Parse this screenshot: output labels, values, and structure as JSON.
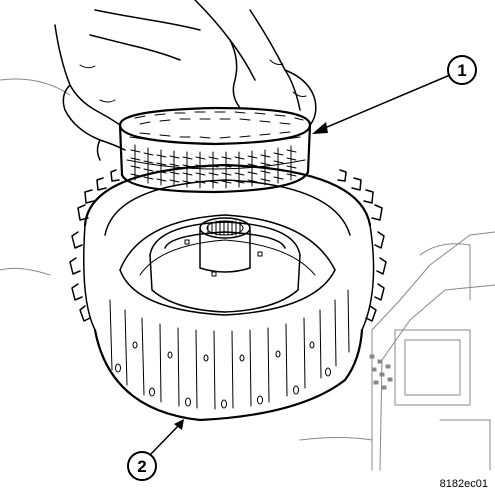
{
  "callouts": [
    {
      "id": "callout-1",
      "label": "1"
    },
    {
      "id": "callout-2",
      "label": "2"
    }
  ],
  "figure_code": "8182ec01"
}
